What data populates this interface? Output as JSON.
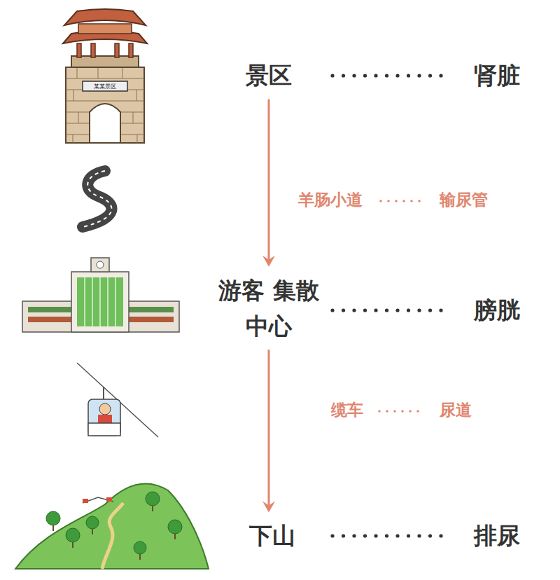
{
  "diagram": {
    "nodes": [
      {
        "text": [
          "景区"
        ]
      },
      {
        "text": [
          "游客 集散中心"
        ]
      },
      {
        "text": [
          "下山"
        ]
      }
    ],
    "edges": [
      {
        "from": 0,
        "to": 1,
        "arrow": "to"
      },
      {
        "from": 1,
        "to": 2,
        "arrow": "to"
      }
    ],
    "labels": [
      "某某景区",
      "肾脏",
      "羊肠小道",
      "输尿管",
      "膀胱",
      "缆车",
      "尿道",
      "排尿"
    ]
  }
}
